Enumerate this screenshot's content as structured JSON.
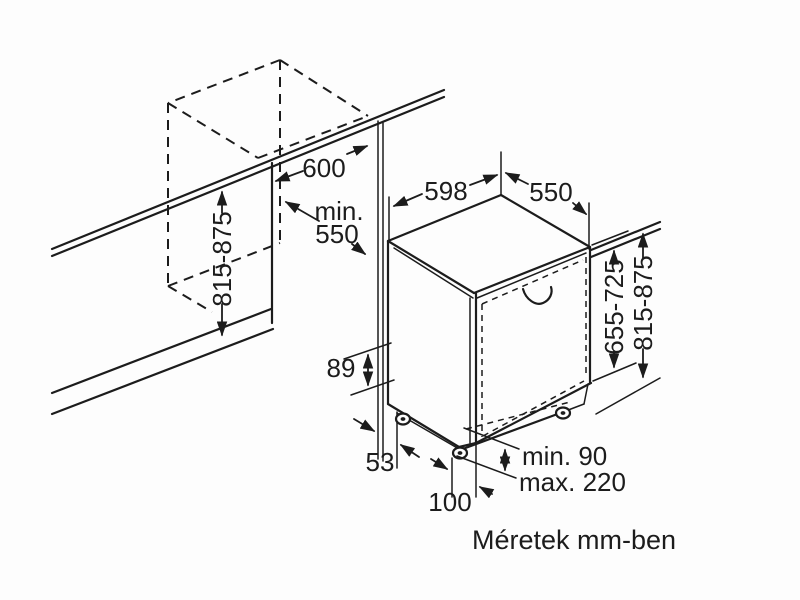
{
  "diagram": {
    "caption": "Méretek mm-ben",
    "colors": {
      "line": "#1c1c1c",
      "background": "#fdfdfd"
    },
    "niche": {
      "width": "600",
      "depth_prefix": "min.",
      "depth_value": "550",
      "height_range": "815-875"
    },
    "appliance": {
      "width": "598",
      "depth": "550",
      "door_height_range": "655-725",
      "total_height_range": "815-875",
      "plinth_height": "89",
      "front_gap": "53",
      "base_recess": "100",
      "feet_min": "min. 90",
      "feet_max": "max. 220"
    }
  }
}
